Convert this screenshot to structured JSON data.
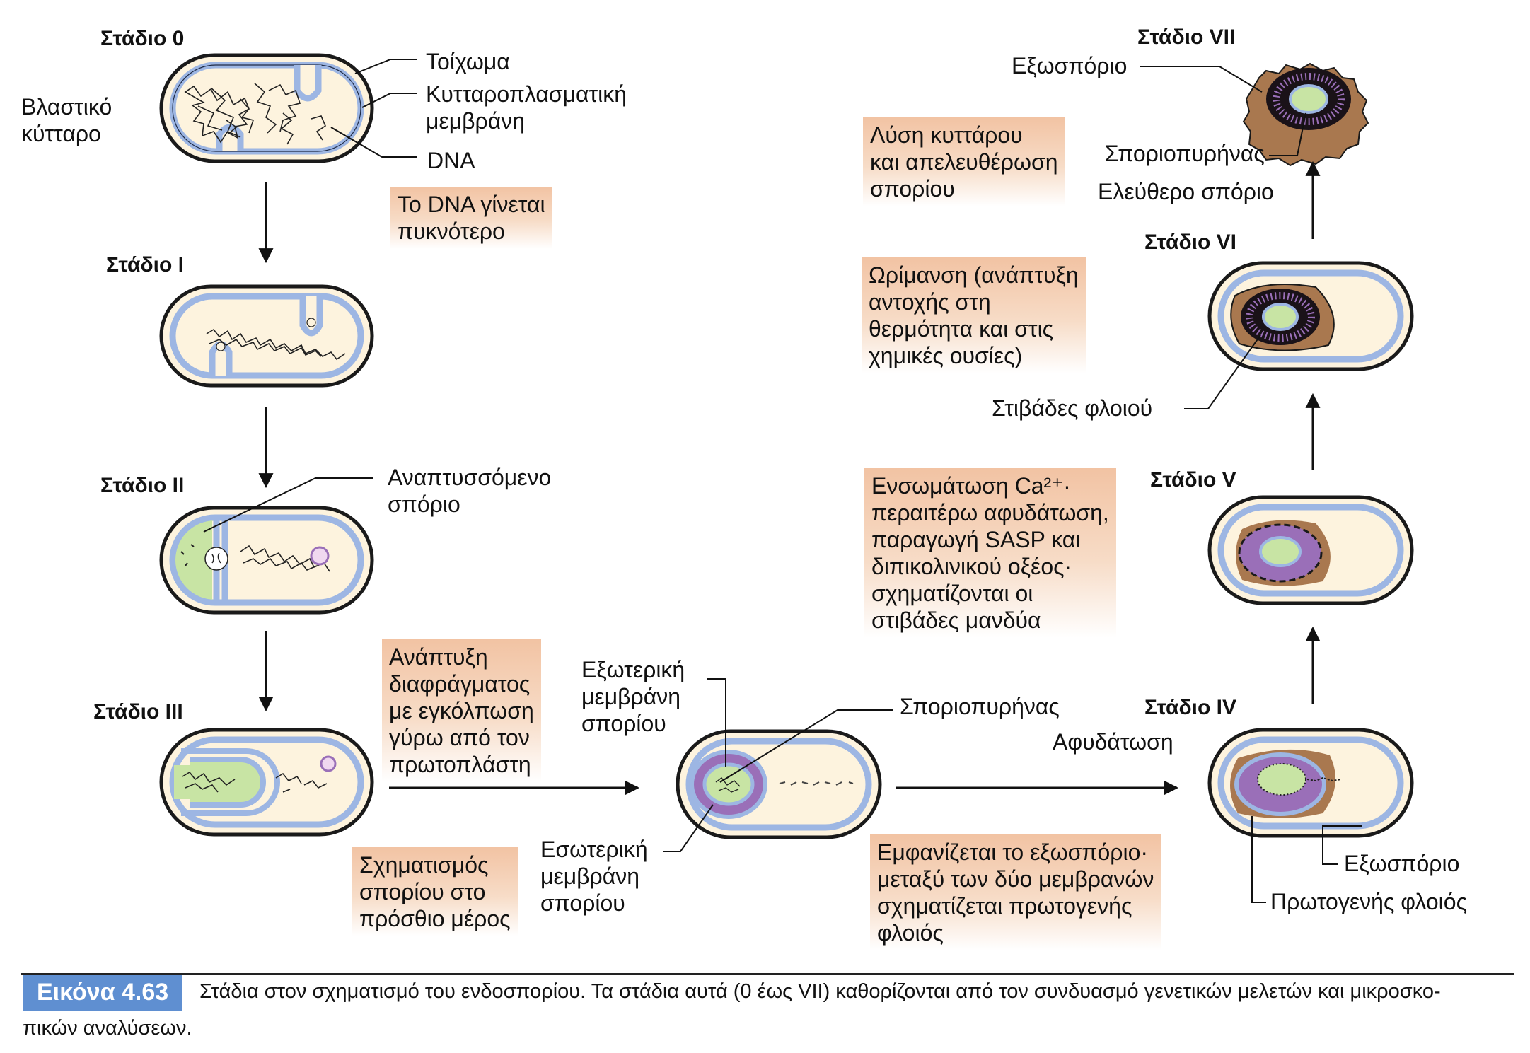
{
  "stages": {
    "s0": "Στάδιο 0",
    "s1": "Στάδιο Ι",
    "s2": "Στάδιο ΙΙ",
    "s3": "Στάδιο ΙΙΙ",
    "s4": "Στάδιο IV",
    "s5": "Στάδιο V",
    "s6": "Στάδιο VI",
    "s7": "Στάδιο VII"
  },
  "labels": {
    "blastiko_1": "Βλαστικό",
    "blastiko_2": "κύτταρο",
    "wall": "Τοίχωμα",
    "cyto_1": "Κυτταροπλασματική",
    "cyto_2": "μεμβράνη",
    "dna": "DNA",
    "developing_1": "Αναπτυσσόμενο",
    "developing_2": "σπόριο",
    "outer_1": "Εξωτερική",
    "outer_2": "μεμβράνη",
    "outer_3": "σπορίου",
    "inner_1": "Εσωτερική",
    "inner_2": "μεμβράνη",
    "inner_3": "σπορίου",
    "core_center": "Σποριοπυρήνας",
    "dehydration": "Αφυδάτωση",
    "exosporium_s4": "Εξωσπόριο",
    "primary_cortex": "Πρωτογενής φλοιός",
    "cortex_layers": "Στιβάδες φλοιού",
    "exosporium_s7": "Εξωσπόριο",
    "core_s7": "Σποριοπυρήνας",
    "free_spore": "Ελεύθερο σπόριο"
  },
  "boxes": {
    "dna_condense": [
      "Το DNA γίνεται",
      "πυκνότερο"
    ],
    "septum": [
      "Ανάπτυξη",
      "διαφράγματος",
      "με εγκόλπωση",
      "γύρω από τον",
      "πρωτοπλάστη"
    ],
    "formation": [
      "Σχηματισμός",
      "σπορίου στο",
      "πρόσθιο μέρος"
    ],
    "exosporium_appears": [
      "Εμφανίζεται το εξωσπόριο·",
      "μεταξύ των δύο μεμβρανών",
      "σχηματίζεται πρωτογενής",
      "φλοιός"
    ],
    "calcium": [
      "Ενσωμάτωση Ca²⁺·",
      "περαιτέρω αφυδάτωση,",
      "παραγωγή SASP και",
      "διπικολινικού οξέος·",
      "σχηματίζονται οι",
      "στιβάδες μανδύα"
    ],
    "maturation": [
      "Ωρίμανση (ανάπτυξη",
      "αντοχής στη",
      "θερμότητα και στις",
      "χημικές ουσίες)"
    ],
    "lysis": [
      "Λύση κυττάρου",
      "και απελευθέρωση",
      "σπορίου"
    ]
  },
  "caption": {
    "tag": "Εικόνα 4.63",
    "line1": "Στάδια στον σχηματισμό του ενδοσπορίου. Τα στάδια αυτά (0 έως VII) καθορίζονται από τον συνδυασμό γενετικών μελετών και μικροσκο-",
    "line2": "πικών αναλύσεων."
  },
  "colors": {
    "cell_fill": "#fdf3de",
    "wall": "#1a1a1a",
    "membrane": "#9db6e3",
    "spore_green": "#c8e4a4",
    "cortex_purple": "#9a6fb8",
    "exosporium_brown": "#a9784f",
    "box_peach": "#f2c3a3",
    "caption_blue": "#5f8fd1"
  }
}
